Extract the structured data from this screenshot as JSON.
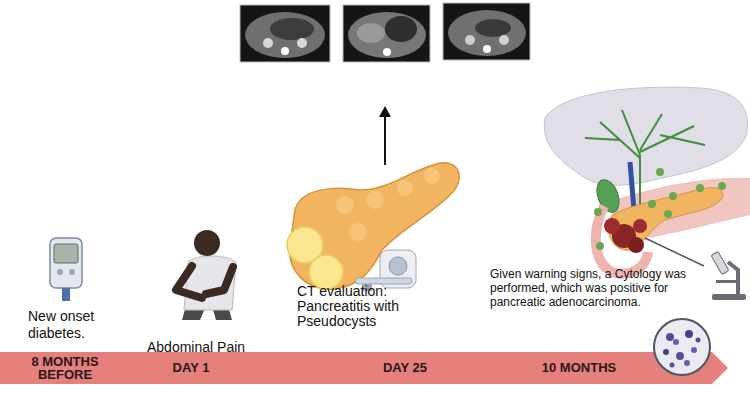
{
  "diagram": {
    "nodes": [
      {
        "text": [
          "8 MONTHS BEFORE",
          "DAY 1",
          "DAY 25",
          "10 MONTHS"
        ]
      }
    ],
    "labels": [
      "New onset diabetes.",
      "Abdominal Pain",
      "CT evaluation: Pancreatitis with Pseudocysts",
      "Given warning signs, a Cytology was performed, which was positive for pancreatic adenocarcinoma."
    ]
  }
}
